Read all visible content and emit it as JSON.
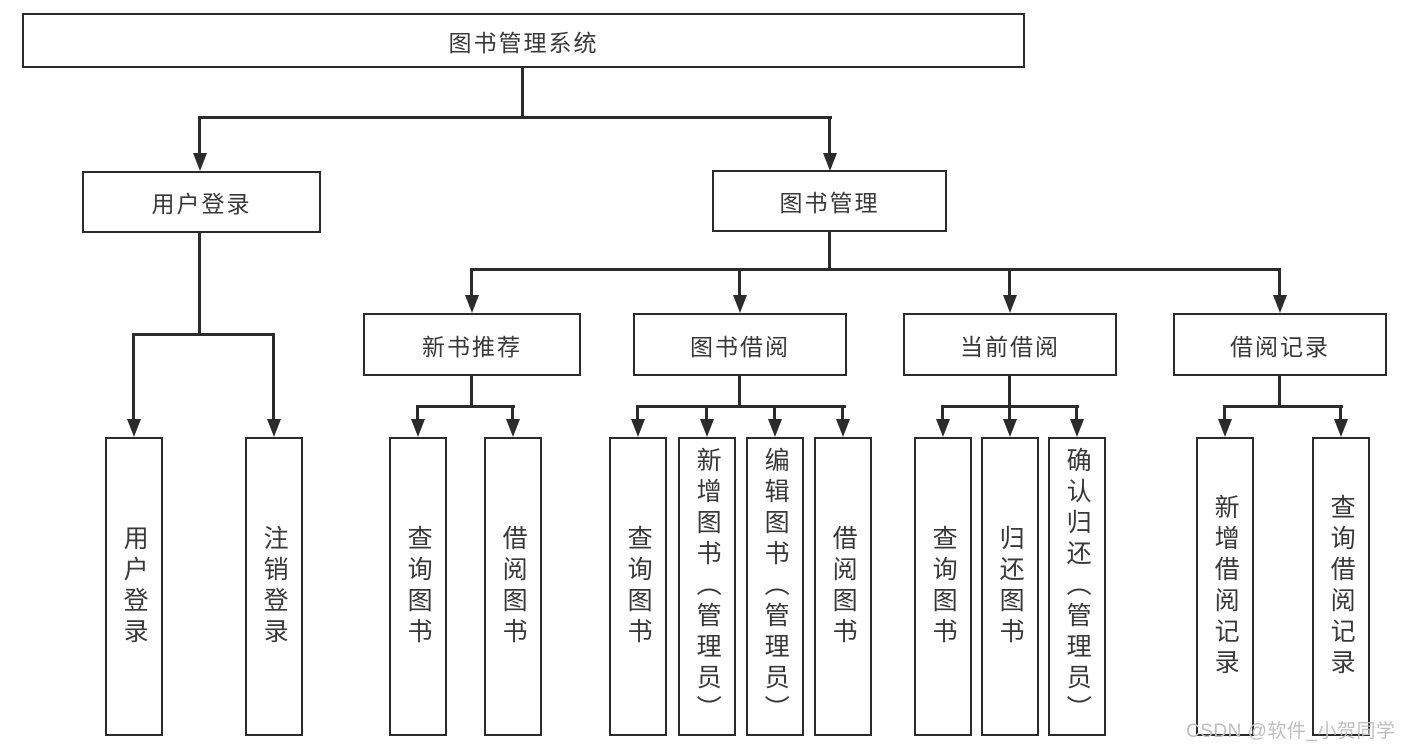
{
  "diagram": {
    "type": "tree",
    "title": "图书管理系统",
    "line_color": "#2b2b2b",
    "box_background": "#ffffff",
    "text_color": "#383838",
    "tree": {
      "label": "图书管理系统",
      "children": [
        {
          "label": "用户登录",
          "children": [
            {
              "label": "用户登录"
            },
            {
              "label": "注销登录"
            }
          ]
        },
        {
          "label": "图书管理",
          "children": [
            {
              "label": "新书推荐",
              "children": [
                {
                  "label": "查询图书"
                },
                {
                  "label": "借阅图书"
                }
              ]
            },
            {
              "label": "图书借阅",
              "children": [
                {
                  "label": "查询图书"
                },
                {
                  "label": "新增图书（管理员）"
                },
                {
                  "label": "编辑图书（管理员）"
                },
                {
                  "label": "借阅图书"
                }
              ]
            },
            {
              "label": "当前借阅",
              "children": [
                {
                  "label": "查询图书"
                },
                {
                  "label": "归还图书"
                },
                {
                  "label": "确认归还（管理员）"
                }
              ]
            },
            {
              "label": "借阅记录",
              "children": [
                {
                  "label": "新增借阅记录"
                },
                {
                  "label": "查询借阅记录"
                }
              ]
            }
          ]
        }
      ]
    }
  },
  "watermark": {
    "text": "CSDN @软件_小贺同学",
    "color": "#bfbfbf"
  }
}
